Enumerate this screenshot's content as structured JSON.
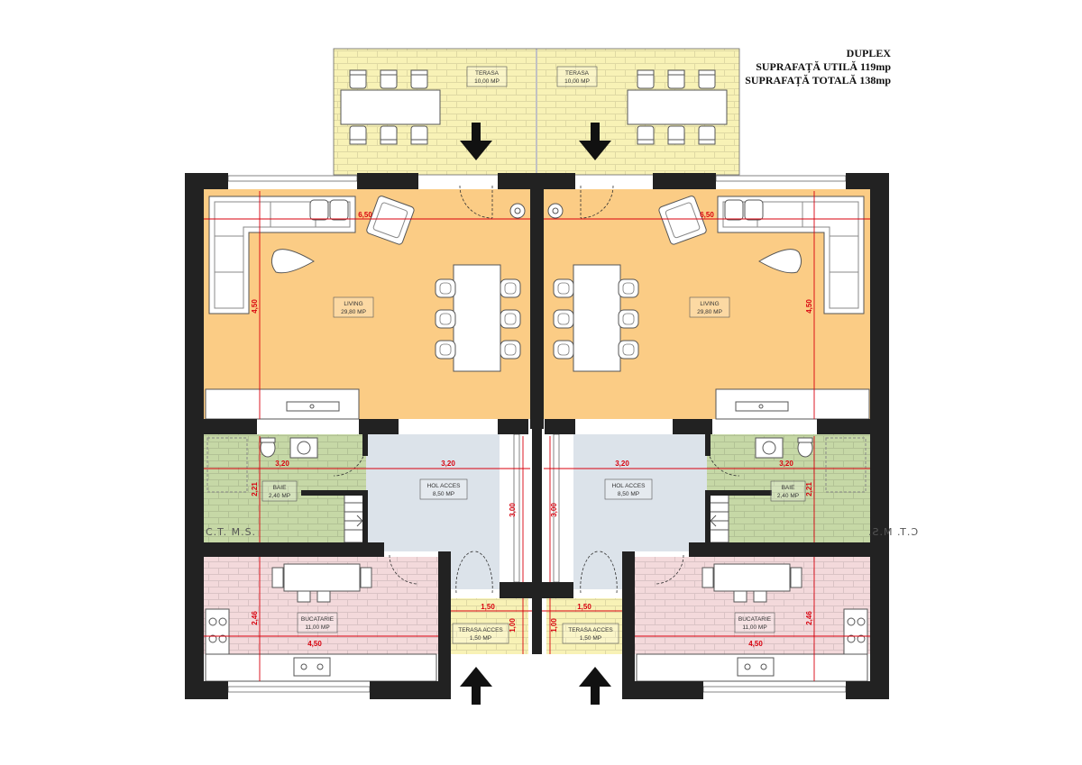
{
  "header": {
    "type": "DUPLEX",
    "useful_area": "SUPRAFAȚĂ UTILĂ 119mp",
    "total_area": "SUPRAFAȚĂ TOTALĂ 138mp"
  },
  "colors": {
    "living": "#fbcc85",
    "terrace": "#f8f2b6",
    "bath": "#c6d8a6",
    "hall": "#dce3ea",
    "kitchen": "#f3d9db",
    "wall": "#222222",
    "dimension": "#d8000d"
  },
  "rooms": {
    "terasa_left": {
      "name": "TERASA",
      "area": "10,00 MP"
    },
    "terasa_right": {
      "name": "TERASA",
      "area": "10,00 MP"
    },
    "living_left": {
      "name": "LIVING",
      "area": "29,80 MP"
    },
    "living_right": {
      "name": "LIVING",
      "area": "29,80 MP"
    },
    "baie_left": {
      "name": "BAIE",
      "area": "2,40 MP"
    },
    "baie_right": {
      "name": "BAIE",
      "area": "2,40 MP"
    },
    "hol_left": {
      "name": "HOL ACCES",
      "area": "8,50 MP"
    },
    "hol_right": {
      "name": "HOL ACCES",
      "area": "8,50 MP"
    },
    "bucatarie_left": {
      "name": "BUCATARIE",
      "area": "11,00 MP"
    },
    "bucatarie_right": {
      "name": "BUCATARIE",
      "area": "11,00 MP"
    },
    "terasa_acces_left": {
      "name": "TERASA ACCES",
      "area": "1,50 MP"
    },
    "terasa_acces_right": {
      "name": "TERASA ACCES",
      "area": "1,50 MP"
    }
  },
  "technical_room": {
    "left": "C.T. M.S.",
    "right": "C.T. M.S."
  },
  "dimensions": {
    "living_width": "6,50",
    "living_depth": "4,50",
    "baie_width": "3,20",
    "baie_depth": "2,21",
    "hol_width": "3,20",
    "hol_depth": "3,00",
    "kitchen_width": "4,50",
    "kitchen_depth": "2,46",
    "acces_width": "1,50",
    "acces_depth": "1,00"
  }
}
